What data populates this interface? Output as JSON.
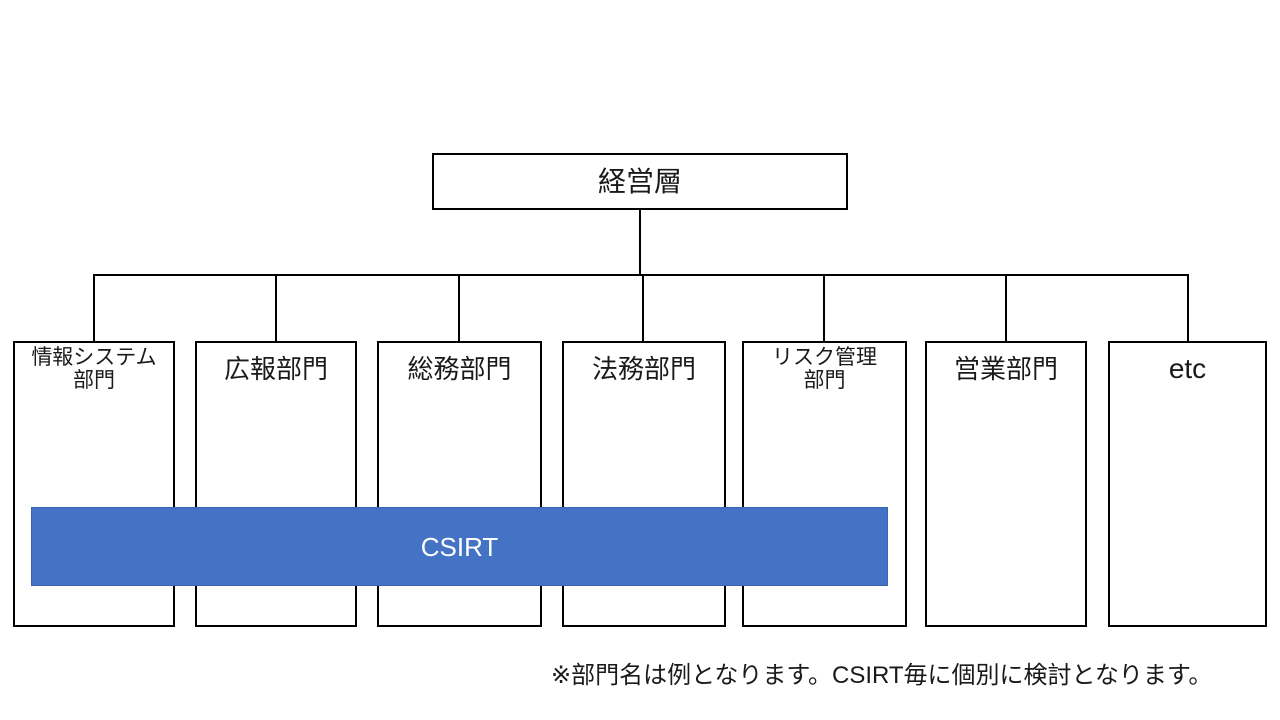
{
  "chart": {
    "root_label": "経営層",
    "departments": [
      "情報システム\n部門",
      "広報部門",
      "総務部門",
      "法務部門",
      "リスク管理\n部門",
      "営業部門",
      "etc"
    ],
    "csirt_label": "CSIRT",
    "footnote": "※部門名は例となります。CSIRT毎に個別に検討となります。",
    "colors": {
      "csirt_fill": "#4472C4",
      "csirt_border": "#3A62AE",
      "csirt_text": "#FFFFFF",
      "line": "#000000",
      "background": "#FFFFFF"
    }
  }
}
